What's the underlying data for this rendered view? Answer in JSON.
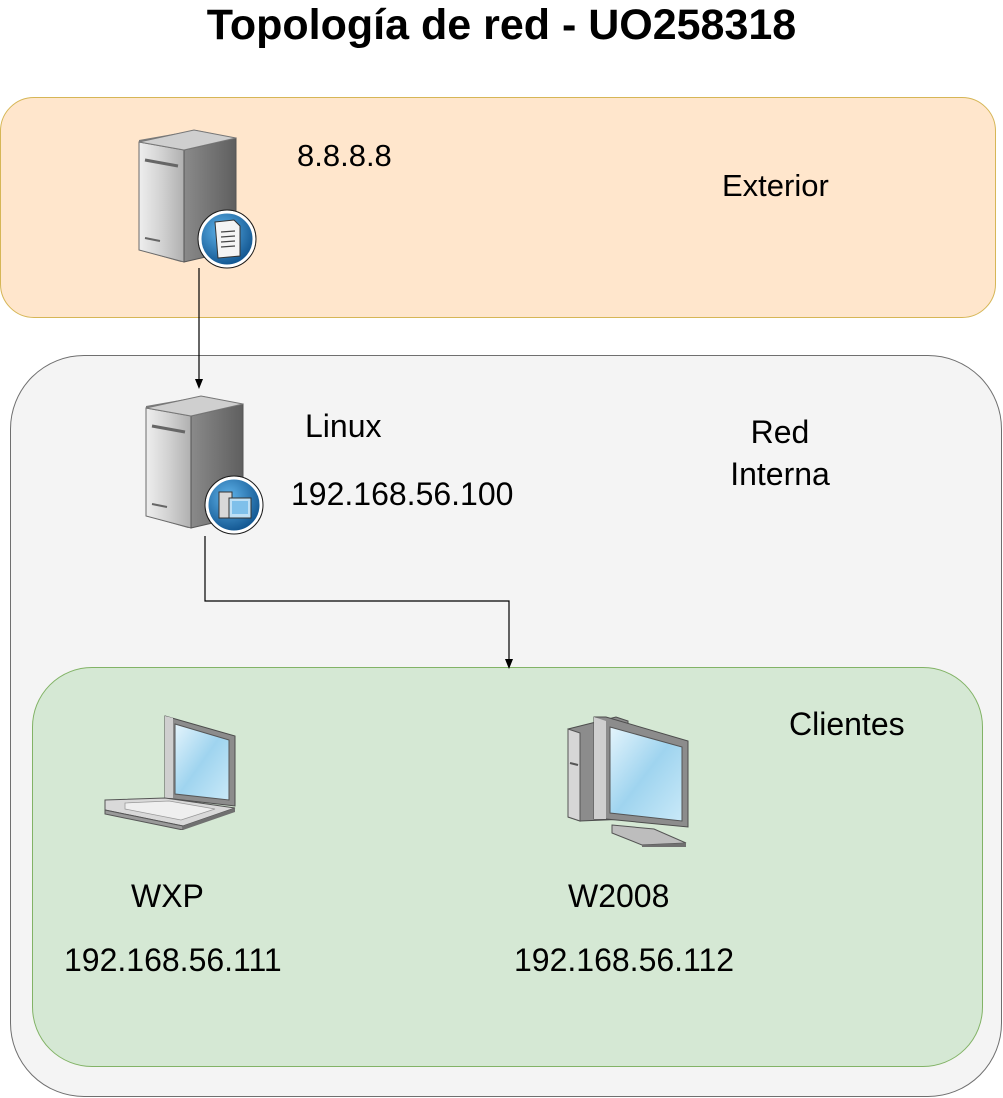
{
  "title": "Topología de red - UO258318",
  "zones": {
    "exterior": "Exterior",
    "internal_line1": "Red",
    "internal_line2": "Interna",
    "clients": "Clientes"
  },
  "nodes": {
    "dns": {
      "ip": "8.8.8.8",
      "icon": "web-server-icon"
    },
    "linux": {
      "name": "Linux",
      "ip": "192.168.56.100",
      "icon": "application-server-icon"
    },
    "wxp": {
      "name": "WXP",
      "ip": "192.168.56.111",
      "icon": "laptop-icon"
    },
    "w2008": {
      "name": "W2008",
      "ip": "192.168.56.112",
      "icon": "desktop-computer-icon"
    }
  },
  "colors": {
    "exterior_fill": "#ffe6cc",
    "exterior_stroke": "#d6b656",
    "internal_fill": "#f4f4f4",
    "internal_stroke": "#6f6f6f",
    "clients_fill": "#d5e8d4",
    "clients_stroke": "#82b366"
  }
}
